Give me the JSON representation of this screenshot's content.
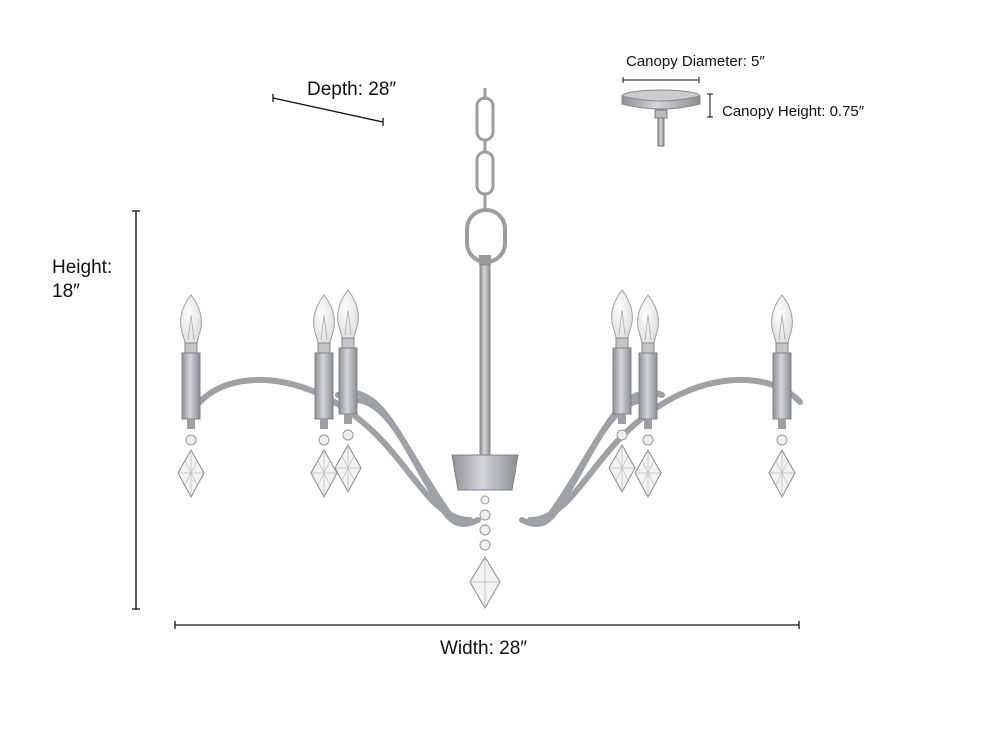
{
  "dimensions": {
    "depth": "Depth: 28″",
    "height_line1": "Height:",
    "height_line2": "18″",
    "width": "Width: 28″",
    "canopy_diameter": "Canopy Diameter: 5″",
    "canopy_height": "Canopy Height: 0.75″"
  },
  "colors": {
    "metal": "#a9acb0",
    "metal_dark": "#7e8287",
    "line": "#111111"
  }
}
